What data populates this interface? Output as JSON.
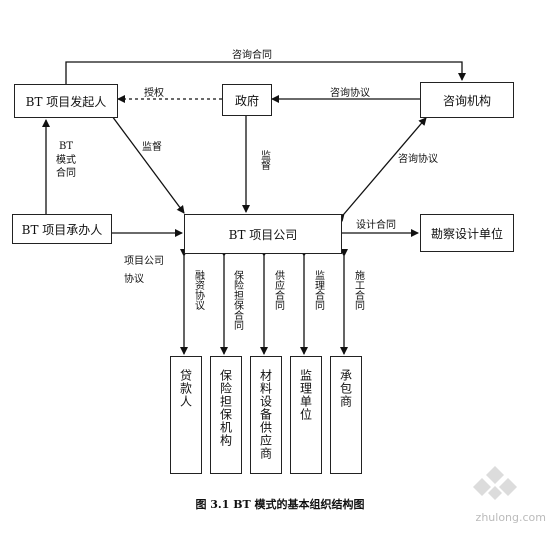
{
  "nodes": {
    "initiator": "BT 项目发起人",
    "government": "政府",
    "consultancy": "咨询机构",
    "contractor": "BT 项目承办人",
    "company": "BT 项目公司",
    "survey": "勘察设计单位",
    "lender": "贷款人",
    "insurer": "保险担保机构",
    "supplier": "材料设备供应商",
    "supervisor": "监理单位",
    "builder": "承包商"
  },
  "edges": {
    "consult_contract": "咨询合同",
    "authorize": "授权",
    "consult_agreement_top": "咨询协议",
    "bt_mode_contract": "BT 模式合同",
    "supervise_left": "监督",
    "supervise_mid": "监督",
    "consult_agreement_right": "咨询协议",
    "design_contract": "设计合同",
    "company_agreement_1": "项目公司",
    "company_agreement_2": "协议",
    "financing_agreement": "融资协议",
    "insurance_contract": "保险担保合同",
    "supply_contract": "供应合同",
    "supervision_contract": "监理合同",
    "construction_contract": "施工合同"
  },
  "caption": "图 3.1 BT 模式的基本组织结构图",
  "watermark": "zhulong.com"
}
